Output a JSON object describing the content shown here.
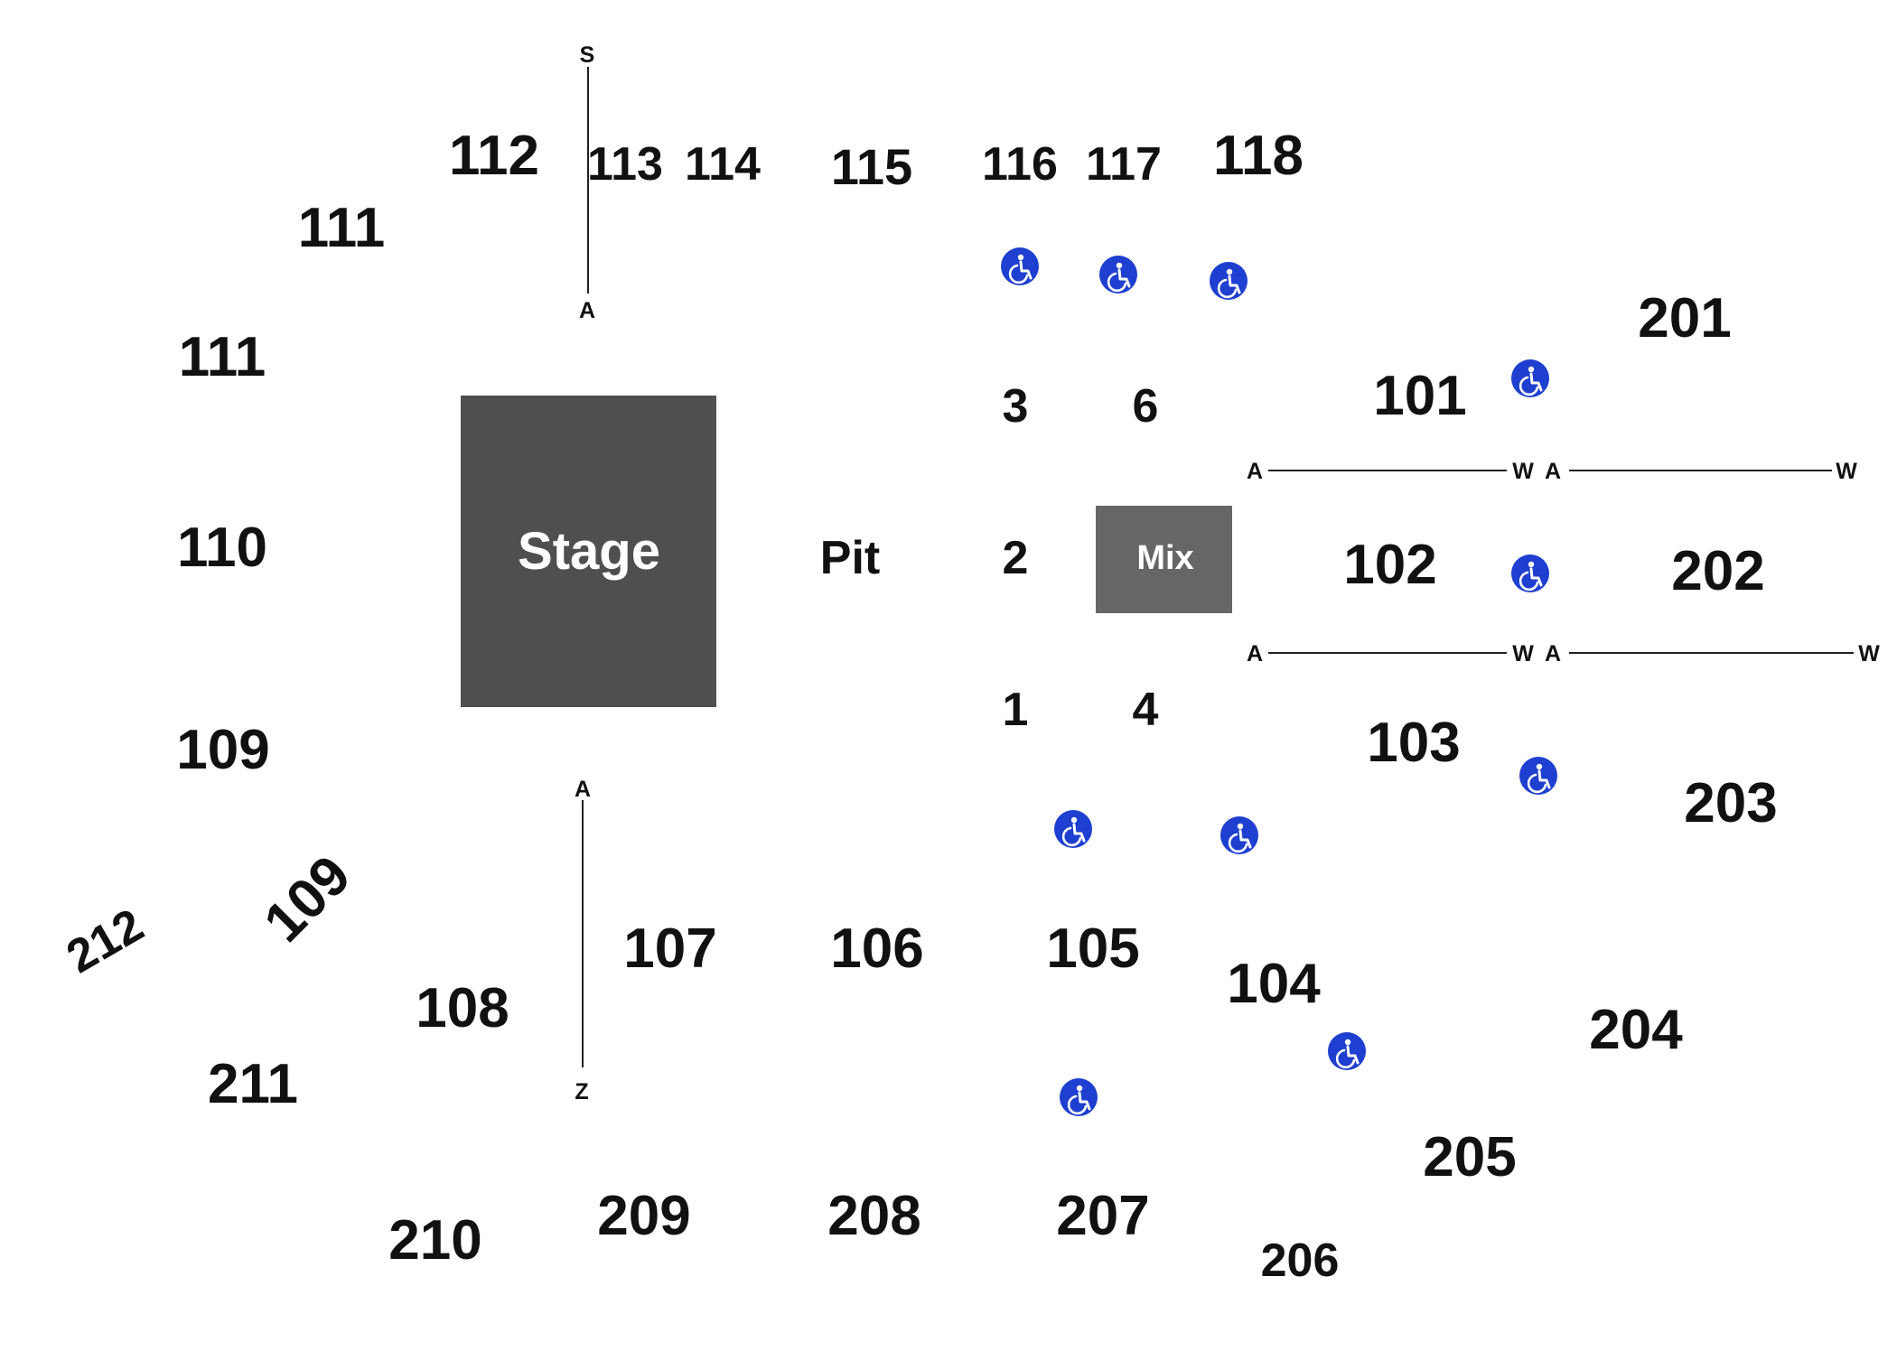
{
  "colors": {
    "background": "#ffffff",
    "text": "#111111",
    "stage": "#4f4f4f",
    "mix": "#666666",
    "accessible": "#1e3fcf",
    "line": "#222222"
  },
  "stage": {
    "label": "Stage"
  },
  "pit": {
    "label": "Pit"
  },
  "mix": {
    "label": "Mix"
  },
  "floor_sections": [
    "3",
    "6",
    "2",
    "1",
    "4"
  ],
  "lower_sections": [
    "101",
    "102",
    "103",
    "104",
    "105",
    "106",
    "107",
    "108",
    "109",
    "109",
    "110",
    "111",
    "111",
    "112",
    "113",
    "114",
    "115",
    "116",
    "117",
    "118"
  ],
  "upper_sections": [
    "201",
    "202",
    "203",
    "204",
    "205",
    "206",
    "207",
    "208",
    "209",
    "210",
    "211",
    "212"
  ],
  "row_markers": {
    "top_vertical": {
      "start": "S",
      "end": "A"
    },
    "bottom_vertical": {
      "start": "A",
      "end": "Z"
    },
    "upper_line_102": {
      "start": "A",
      "end": "W"
    },
    "upper_line_202": {
      "start": "A",
      "end": "W"
    },
    "lower_line_102": {
      "start": "A",
      "end": "W"
    },
    "lower_line_202": {
      "start": "A",
      "end": "W"
    }
  },
  "icons": {
    "accessible": "wheelchair-icon"
  }
}
